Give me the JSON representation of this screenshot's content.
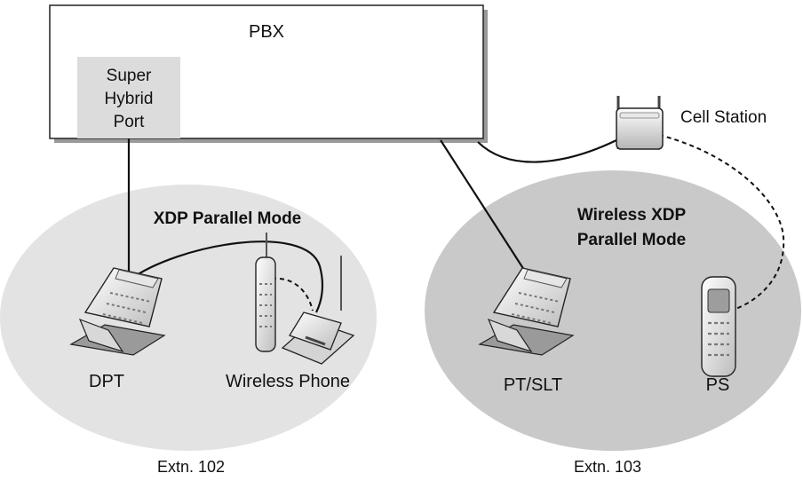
{
  "pbx": {
    "title": "PBX",
    "port_lines": [
      "Super",
      "Hybrid",
      "Port"
    ]
  },
  "cell_station": {
    "label": "Cell Station"
  },
  "left_zone": {
    "mode_label": "XDP Parallel Mode",
    "dpt_label": "DPT",
    "wireless_label": "Wireless Phone",
    "extension": "Extn. 102"
  },
  "right_zone": {
    "mode_lines": [
      "Wireless XDP",
      "Parallel Mode"
    ],
    "pt_label": "PT/SLT",
    "ps_label": "PS",
    "extension": "Extn. 103"
  },
  "colors": {
    "zone_left": "#e3e3e3",
    "zone_right": "#c9c9c9",
    "port_box": "#dcdcdc",
    "box_shadow": "#9a9a9a"
  }
}
